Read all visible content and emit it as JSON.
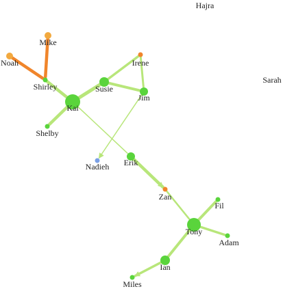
{
  "graph": {
    "colors": {
      "green_node": "#5ad43c",
      "green_edge": "#b8e67a",
      "orange": "#f0852b",
      "orange_light": "#f2a93f",
      "blue": "#7aa0e6"
    },
    "nodes": [
      {
        "id": "Hajra",
        "label": "Hajra",
        "color": "none"
      },
      {
        "id": "Mike",
        "label": "Mike",
        "color": "orange_light"
      },
      {
        "id": "Noah",
        "label": "Noah",
        "color": "orange_light"
      },
      {
        "id": "Irene",
        "label": "Irene",
        "color": "orange"
      },
      {
        "id": "Sarah",
        "label": "Sarah",
        "color": "none"
      },
      {
        "id": "Shirley",
        "label": "Shirley",
        "color": "green_node"
      },
      {
        "id": "Susie",
        "label": "Susie",
        "color": "green_node"
      },
      {
        "id": "Jim",
        "label": "Jim",
        "color": "green_node"
      },
      {
        "id": "Kai",
        "label": "Kai",
        "color": "green_node"
      },
      {
        "id": "Shelby",
        "label": "Shelby",
        "color": "green_node"
      },
      {
        "id": "Nadieh",
        "label": "Nadieh",
        "color": "blue"
      },
      {
        "id": "Erik",
        "label": "Erik",
        "color": "green_node"
      },
      {
        "id": "Zan",
        "label": "Zan",
        "color": "orange"
      },
      {
        "id": "Fil",
        "label": "Fil",
        "color": "green_node"
      },
      {
        "id": "Tony",
        "label": "Tony",
        "color": "green_node"
      },
      {
        "id": "Adam",
        "label": "Adam",
        "color": "green_node"
      },
      {
        "id": "Ian",
        "label": "Ian",
        "color": "green_node"
      },
      {
        "id": "Miles",
        "label": "Miles",
        "color": "green_node"
      }
    ],
    "edges": [
      {
        "source": "Mike",
        "target": "Shirley",
        "color": "orange"
      },
      {
        "source": "Noah",
        "target": "Shirley",
        "color": "orange"
      },
      {
        "source": "Shirley",
        "target": "Kai",
        "color": "green_edge"
      },
      {
        "source": "Kai",
        "target": "Shelby",
        "color": "green_edge"
      },
      {
        "source": "Kai",
        "target": "Susie",
        "color": "green_edge"
      },
      {
        "source": "Susie",
        "target": "Irene",
        "color": "green_edge"
      },
      {
        "source": "Susie",
        "target": "Jim",
        "color": "green_edge"
      },
      {
        "source": "Irene",
        "target": "Jim",
        "color": "green_edge"
      },
      {
        "source": "Jim",
        "target": "Nadieh",
        "color": "green_edge"
      },
      {
        "source": "Kai",
        "target": "Erik",
        "color": "green_edge"
      },
      {
        "source": "Erik",
        "target": "Zan",
        "color": "green_edge"
      },
      {
        "source": "Zan",
        "target": "Tony",
        "color": "green_edge"
      },
      {
        "source": "Tony",
        "target": "Fil",
        "color": "green_edge"
      },
      {
        "source": "Tony",
        "target": "Adam",
        "color": "green_edge"
      },
      {
        "source": "Tony",
        "target": "Ian",
        "color": "green_edge"
      },
      {
        "source": "Ian",
        "target": "Miles",
        "color": "green_edge"
      }
    ]
  }
}
